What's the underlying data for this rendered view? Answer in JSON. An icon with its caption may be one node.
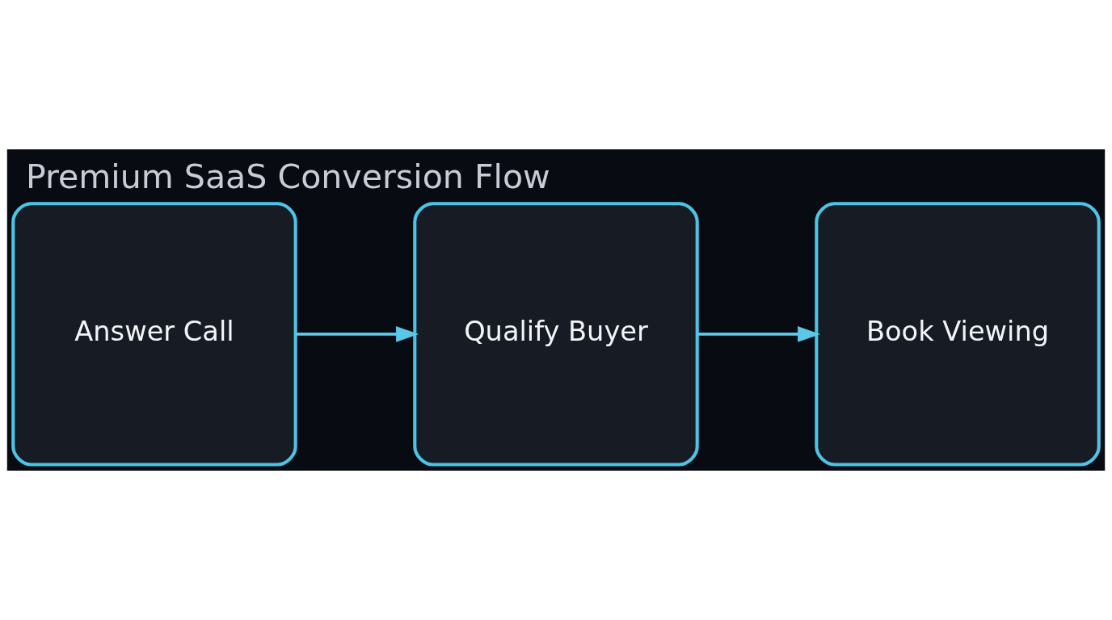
{
  "diagram": {
    "title": "Premium SaaS Conversion Flow",
    "nodes": [
      {
        "text": [
          "Answer Call"
        ]
      },
      {
        "text": [
          "Qualify Buyer"
        ]
      },
      {
        "text": [
          "Book Viewing"
        ]
      }
    ],
    "edges": [
      {
        "from": 0,
        "to": 1,
        "arrow": "to"
      },
      {
        "from": 1,
        "to": 2,
        "arrow": "to"
      }
    ]
  }
}
